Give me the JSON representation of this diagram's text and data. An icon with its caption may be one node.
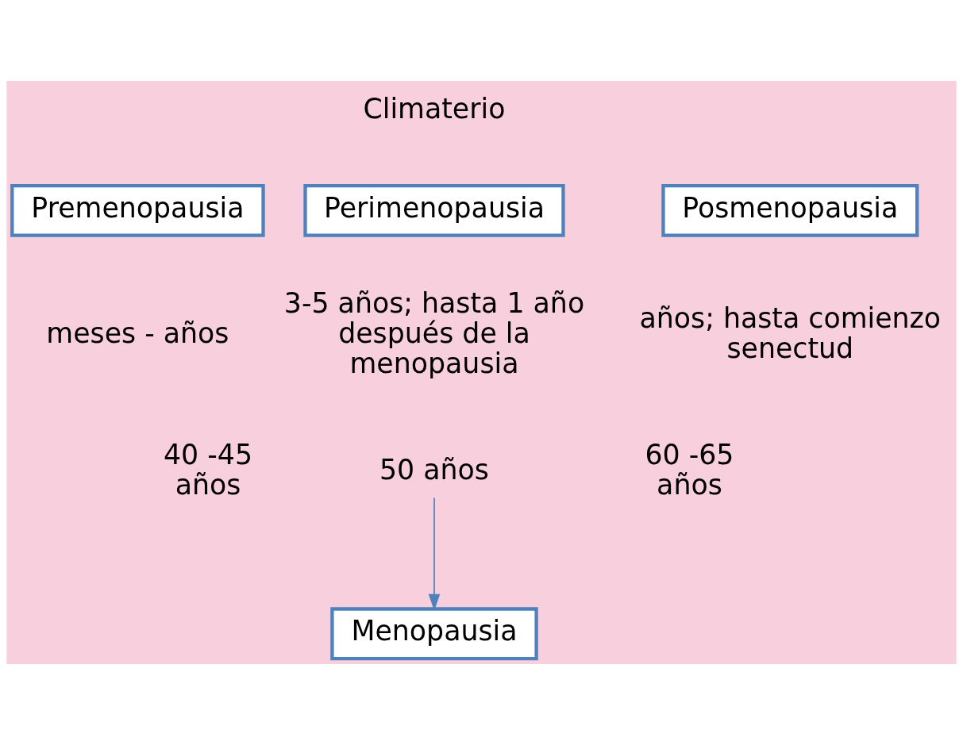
{
  "diagram": {
    "nodes": [
      {
        "text": [
          "Premenopausia"
        ],
        "beside": [
          "meses - años"
        ]
      },
      {
        "text": [
          "Perimenopausia"
        ],
        "beside": [
          "3-5 años; hasta 1 año después de la menopausia"
        ]
      },
      {
        "text": [
          "Posmenopausia"
        ],
        "beside": [
          "años; hasta comienzo senectud"
        ]
      },
      {
        "text": [
          "50 años"
        ]
      },
      {
        "text": [
          "Menopausia"
        ]
      }
    ],
    "edges": [
      {
        "from": 3,
        "to": 4,
        "arrow": "to"
      }
    ],
    "labels": [
      "Climaterio",
      "40 -45 años",
      "60 -65 años"
    ]
  }
}
